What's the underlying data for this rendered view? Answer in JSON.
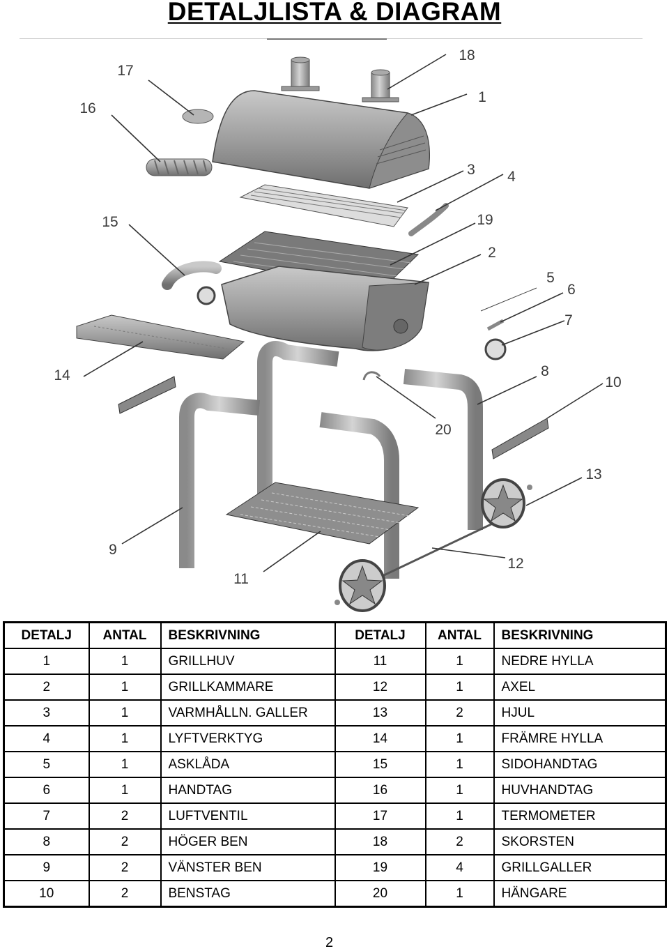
{
  "title": "DETALJLISTA & DIAGRAM",
  "diagram": {
    "callouts": [
      "1",
      "2",
      "3",
      "4",
      "5",
      "6",
      "7",
      "8",
      "9",
      "10",
      "11",
      "12",
      "13",
      "14",
      "15",
      "16",
      "17",
      "18",
      "19",
      "20"
    ]
  },
  "table": {
    "headers": [
      "DETALJ",
      "ANTAL",
      "BESKRIVNING",
      "DETALJ",
      "ANTAL",
      "BESKRIVNING"
    ],
    "rows": [
      [
        "1",
        "1",
        "GRILLHUV",
        "11",
        "1",
        "NEDRE HYLLA"
      ],
      [
        "2",
        "1",
        "GRILLKAMMARE",
        "12",
        "1",
        "AXEL"
      ],
      [
        "3",
        "1",
        "VARMHÅLLN. GALLER",
        "13",
        "2",
        "HJUL"
      ],
      [
        "4",
        "1",
        "LYFTVERKTYG",
        "14",
        "1",
        "FRÄMRE HYLLA"
      ],
      [
        "5",
        "1",
        "ASKLÅDA",
        "15",
        "1",
        "SIDOHANDTAG"
      ],
      [
        "6",
        "1",
        "HANDTAG",
        "16",
        "1",
        "HUVHANDTAG"
      ],
      [
        "7",
        "2",
        "LUFTVENTIL",
        "17",
        "1",
        "TERMOMETER"
      ],
      [
        "8",
        "2",
        "HÖGER BEN",
        "18",
        "2",
        "SKORSTEN"
      ],
      [
        "9",
        "2",
        "VÄNSTER BEN",
        "19",
        "4",
        "GRILLGALLER"
      ],
      [
        "10",
        "2",
        "BENSTAG",
        "20",
        "1",
        "HÄNGARE"
      ]
    ]
  },
  "page_number": "2"
}
